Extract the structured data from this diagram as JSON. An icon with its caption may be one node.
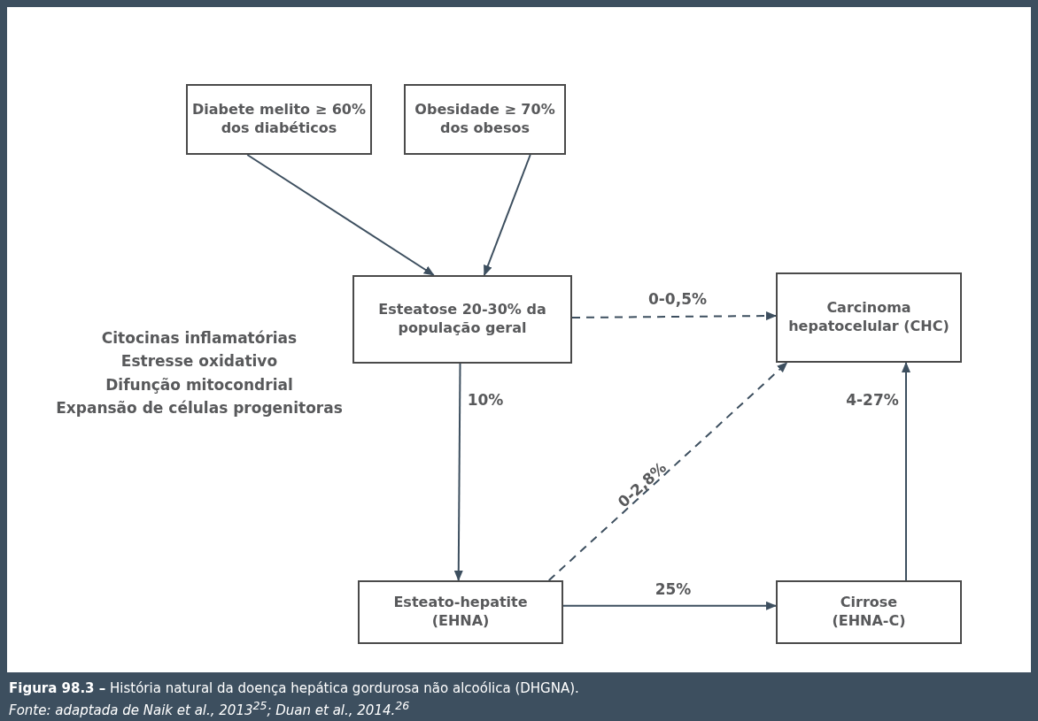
{
  "diagram": {
    "caption": "**Figura 98.3 –** História natural da doença hepática gordurosa não alcoólica (DHGNA).",
    "nodes": [
      {
        "text": [
          "Diabete melito ≥ 60% dos diabéticos"
        ]
      },
      {
        "text": [
          "Obesidade ≥ 70% dos obesos"
        ]
      },
      {
        "text": [
          "Esteatose 20-30% da população geral"
        ]
      },
      {
        "text": [
          "Carcinoma hepatocelular (CHC)"
        ]
      },
      {
        "text": [
          "Esteato-hepatite (EHNA)"
        ]
      },
      {
        "text": [
          "Cirrose (EHNA-C)"
        ]
      }
    ],
    "edges": [
      {
        "from": 0,
        "to": 2,
        "arrow": "to"
      },
      {
        "from": 1,
        "to": 2,
        "arrow": "to"
      },
      {
        "from": 2,
        "to": 3,
        "arrow": "to",
        "label": "0-0,5%",
        "style": "dashed"
      },
      {
        "from": 2,
        "to": 4,
        "arrow": "to",
        "label": "10%"
      },
      {
        "from": 4,
        "to": 3,
        "arrow": "to",
        "label": "0-2,8%",
        "style": "dashed"
      },
      {
        "from": 4,
        "to": 5,
        "arrow": "to",
        "label": "25%"
      },
      {
        "from": 5,
        "to": 3,
        "arrow": "to",
        "label": "4-27%"
      }
    ],
    "labels": [
      "Citocinas inflamatórias",
      "Estresse oxidativo",
      "Difunção mitocondrial",
      "Expansão de células progenitoras",
      "*Fonte: adaptada de Naik et al., 2013$^{25}$; Duan et al., 2014.$^{26}$*"
    ]
  }
}
